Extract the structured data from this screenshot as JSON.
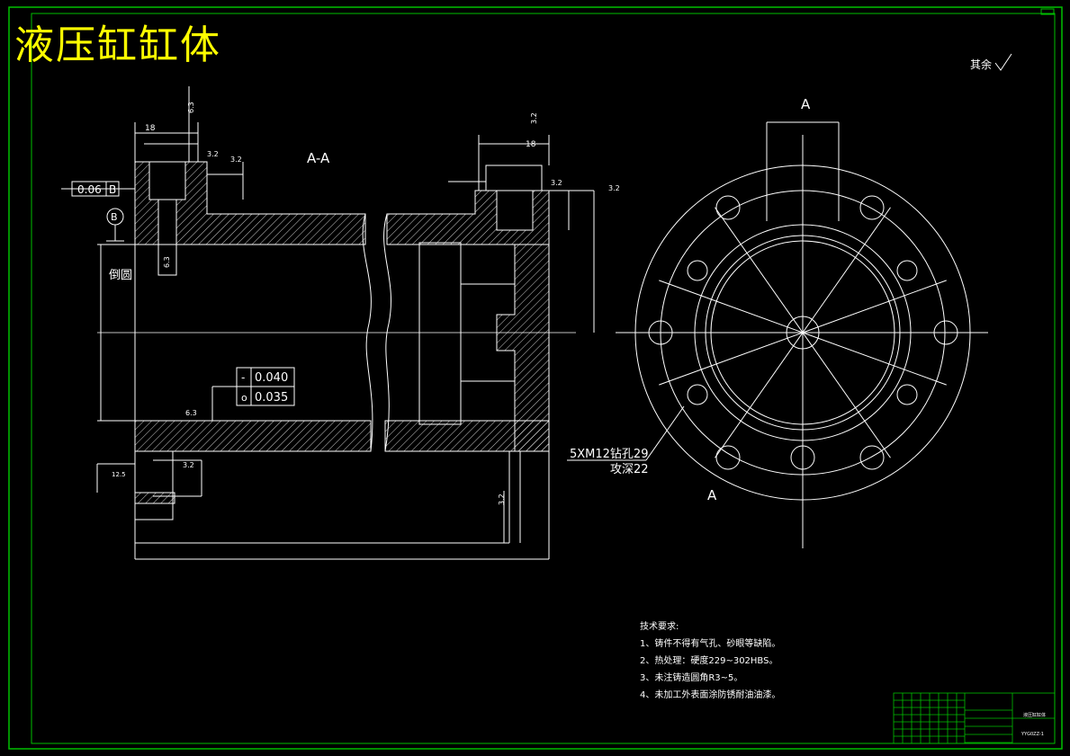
{
  "drawing_title": "液压缸缸体",
  "surface_note_rest": "其余",
  "section_label": "A-A",
  "view_label_top": "A",
  "view_label_side": "A",
  "tolerance_frame": "0.06",
  "datum": "B",
  "datum_letter_circle": "B",
  "side_label": "倒圆",
  "dim_left_18": "18",
  "dim_right_18": "18",
  "rough_32_a": "3.2",
  "rough_32_b": "3.2",
  "rough_32_c": "3.2",
  "rough_32_d": "3.2",
  "rough_63_a": "6.3",
  "rough_63_b": "6.3",
  "rough_63_c": "6.3",
  "rough_125": "12.5",
  "rough_32_e": "3.2",
  "rough_32_f": "3.2",
  "rough_32_g": "3.2",
  "tol_rows": [
    {
      "symbol": "-",
      "value": "0.040"
    },
    {
      "symbol": "o",
      "value": "0.035"
    }
  ],
  "hole_note_line1": "5XM12钻孔29",
  "hole_note_line2": "攻深22",
  "tech_notes": {
    "heading": "技术要求:",
    "items": [
      "1、铸件不得有气孔、砂眼等缺陷。",
      "2、热处理：硬度229~302HBS。",
      "3、未注铸造圆角R3~5。",
      "4、未加工外表面涂防锈耐油油漆。"
    ]
  },
  "title_block": {
    "name": "液压缸缸体",
    "code": "YYG0ZZ-1"
  }
}
